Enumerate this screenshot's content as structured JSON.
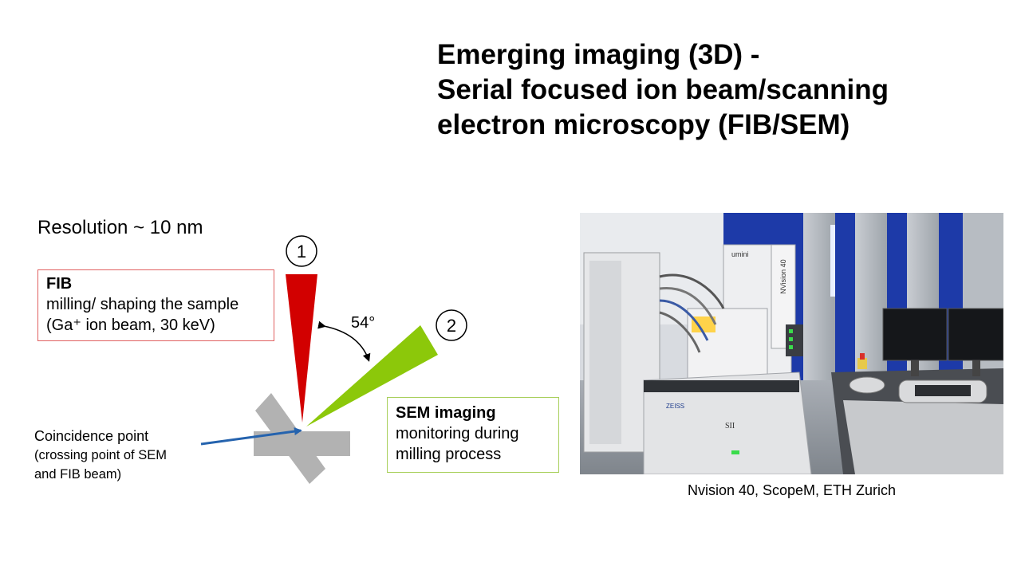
{
  "title": {
    "line1": "Emerging imaging (3D) -",
    "line2": "Serial focused ion beam/scanning",
    "line3": "electron microscopy (FIB/SEM)"
  },
  "resolution": "Resolution ~ 10 nm",
  "fib_box": {
    "heading": "FIB",
    "line1": "milling/ shaping the sample",
    "line2": "(Ga⁺ ion beam, 30 keV)"
  },
  "sem_box": {
    "heading": "SEM imaging",
    "line1": "monitoring during",
    "line2": "milling process"
  },
  "coincidence": {
    "line1": "Coincidence point",
    "line2": "(crossing point of SEM",
    "line3": "and FIB beam)"
  },
  "diagram": {
    "marker1": "1",
    "marker2": "2",
    "angle": "54°"
  },
  "photo": {
    "brand_label": "ZEISS",
    "plate_label": "SII",
    "model_label": "NVision 40",
    "lumin_label": "umini"
  },
  "caption": "Nvision 40, ScopeM, ETH  Zurich",
  "colors": {
    "fib_beam": "#d20000",
    "sem_beam": "#8cc80a",
    "arrow": "#2563ae",
    "sample": "#b2b2b2",
    "fib_border": "#e06060",
    "sem_border": "#a8cf5a"
  }
}
